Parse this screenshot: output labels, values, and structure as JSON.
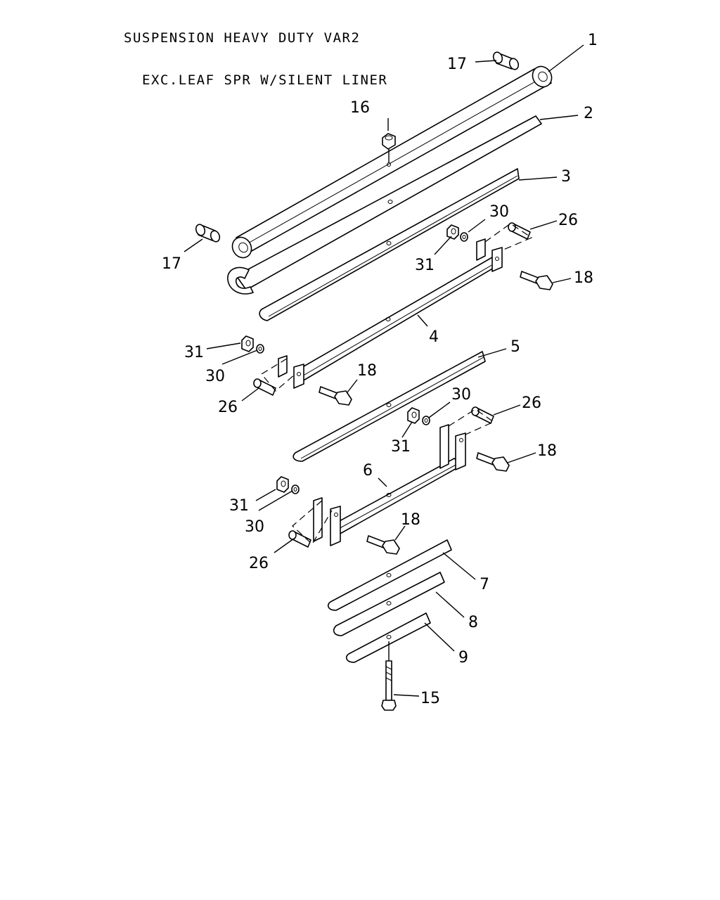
{
  "title": {
    "line1": "SUSPENSION HEAVY DUTY VAR2",
    "line2": "EXC.LEAF SPR W/SILENT LINER"
  },
  "callouts": {
    "c1": "1",
    "c2": "2",
    "c3": "3",
    "c4": "4",
    "c5": "5",
    "c6": "6",
    "c7": "7",
    "c8": "8",
    "c9": "9",
    "c15": "15",
    "c16": "16",
    "c17a": "17",
    "c17b": "17",
    "c18a": "18",
    "c18b": "18",
    "c18c": "18",
    "c18d": "18",
    "c26a": "26",
    "c26b": "26",
    "c26c": "26",
    "c26d": "26",
    "c30a": "30",
    "c30b": "30",
    "c30c": "30",
    "c30d": "30",
    "c31a": "31",
    "c31b": "31",
    "c31c": "31",
    "c31d": "31"
  }
}
